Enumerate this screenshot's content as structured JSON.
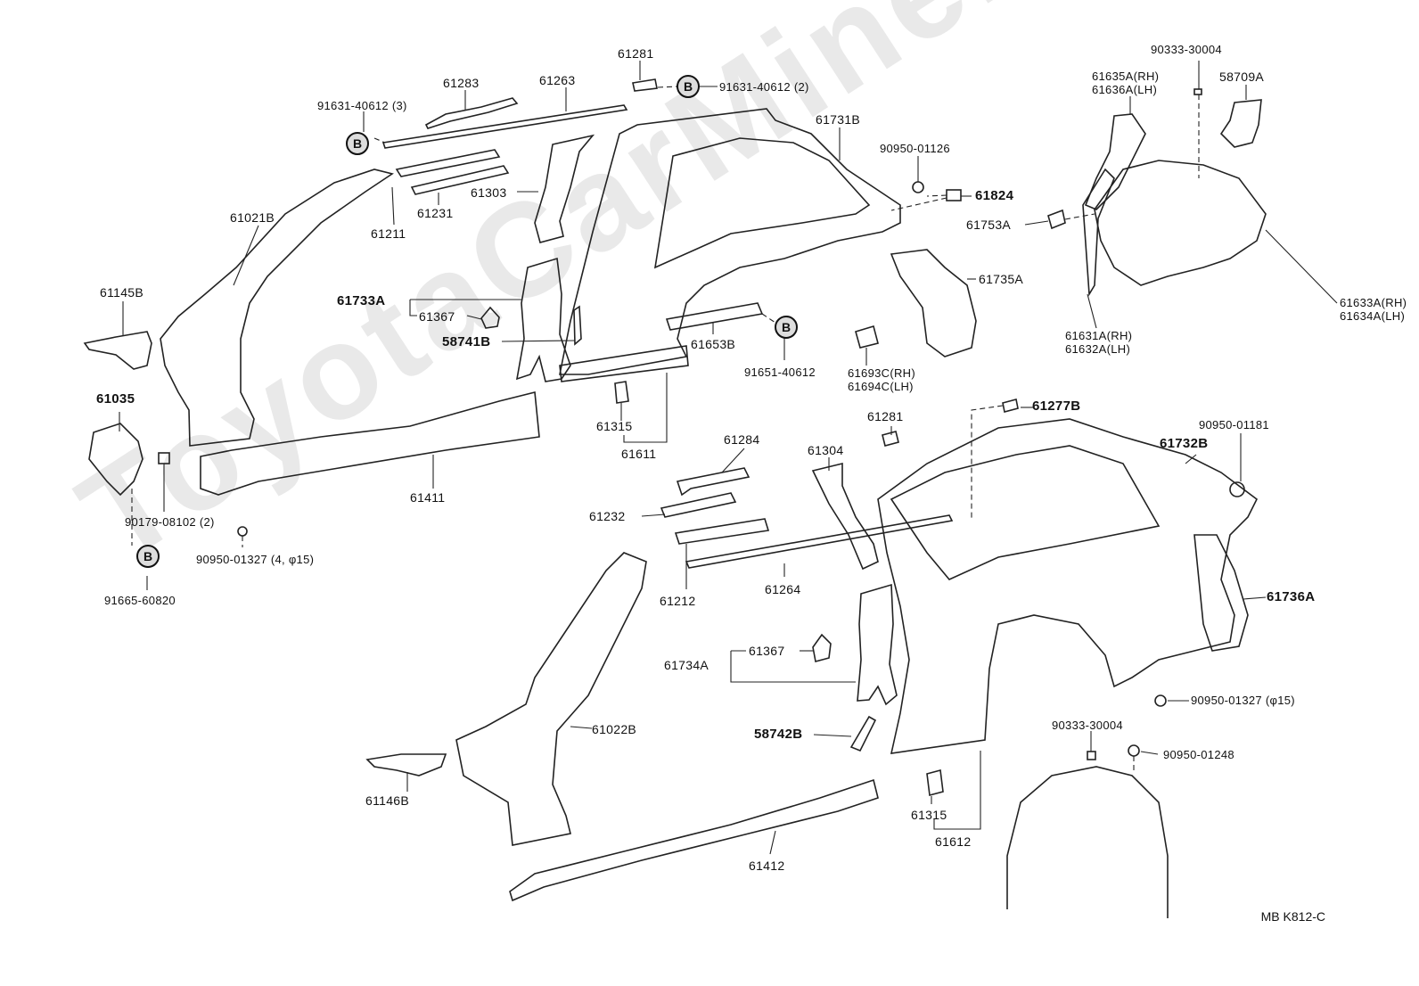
{
  "watermark": "ToyotaCarMine.ru",
  "footer_code": "MB  K812-C",
  "b_marker": "B",
  "labels": {
    "p61283": "61283",
    "p61263": "61263",
    "p61281a": "61281",
    "b91631_2": "91631-40612 (2)",
    "b91631_3": "91631-40612 (3)",
    "p61211": "61211",
    "p61231": "61231",
    "p61303": "61303",
    "p61021B": "61021B",
    "p61145B": "61145B",
    "p61733A": "61733A",
    "p61367a": "61367",
    "p58741B": "58741B",
    "p61731B": "61731B",
    "p90950_01126": "90950-01126",
    "p61824": "61824",
    "p61735A": "61735A",
    "p61653B": "61653B",
    "b91651": "91651-40612",
    "p61693C": "61693C(RH)",
    "p61694C": "61694C(LH)",
    "p61315a": "61315",
    "p61611": "61611",
    "p61035": "61035",
    "p90179": "90179-08102 (2)",
    "p90950_01327a": "90950-01327 (4, φ15)",
    "b91665": "91665-60820",
    "p61411": "61411",
    "p90333a": "90333-30004",
    "p61635A": "61635A(RH)",
    "p61636A": "61636A(LH)",
    "p58709A": "58709A",
    "p61753A": "61753A",
    "p61633A": "61633A(RH)",
    "p61634A": "61634A(LH)",
    "p61631A": "61631A(RH)",
    "p61632A": "61632A(LH)",
    "p61281b": "61281",
    "p61277B": "61277B",
    "p90950_01181": "90950-01181",
    "p61732B": "61732B",
    "p61284": "61284",
    "p61304": "61304",
    "p61232": "61232",
    "p61212": "61212",
    "p61264": "61264",
    "p61736A": "61736A",
    "p61734A": "61734A",
    "p61367b": "61367",
    "p61022B": "61022B",
    "p90950_01327b": "90950-01327 (φ15)",
    "p58742B": "58742B",
    "p90333b": "90333-30004",
    "p90950_01248": "90950-01248",
    "p61146B": "61146B",
    "p61315b": "61315",
    "p61612": "61612",
    "p61412": "61412"
  }
}
